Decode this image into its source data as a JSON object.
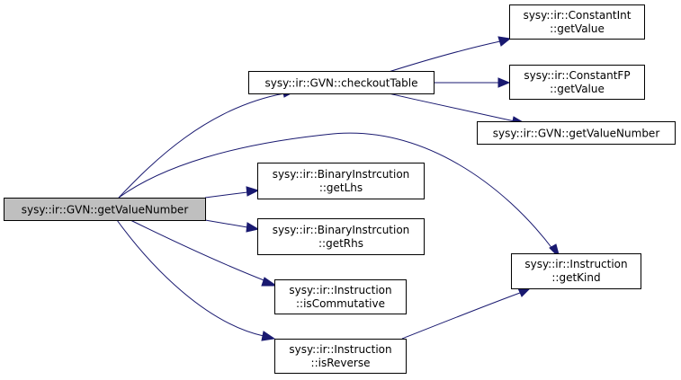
{
  "diagram": {
    "colors": {
      "edge": "#191970",
      "root_fill": "#bfbfbf",
      "node_fill": "#ffffff",
      "node_border": "#000000"
    },
    "nodes": {
      "root": [
        "sysy::ir::GVN::getValueNumber"
      ],
      "checkout_table": [
        "sysy::ir::GVN::checkoutTable"
      ],
      "constant_int_get_value": [
        "sysy::ir::ConstantInt",
        "::getValue"
      ],
      "constant_fp_get_value": [
        "sysy::ir::ConstantFP",
        "::getValue"
      ],
      "gvn_get_value_number": [
        "sysy::ir::GVN::getValueNumber"
      ],
      "binary_get_lhs": [
        "sysy::ir::BinaryInstrcution",
        "::getLhs"
      ],
      "binary_get_rhs": [
        "sysy::ir::BinaryInstrcution",
        "::getRhs"
      ],
      "instruction_is_commutative": [
        "sysy::ir::Instruction",
        "::isCommutative"
      ],
      "instruction_is_reverse": [
        "sysy::ir::Instruction",
        "::isReverse"
      ],
      "instruction_get_kind": [
        "sysy::ir::Instruction",
        "::getKind"
      ]
    }
  }
}
